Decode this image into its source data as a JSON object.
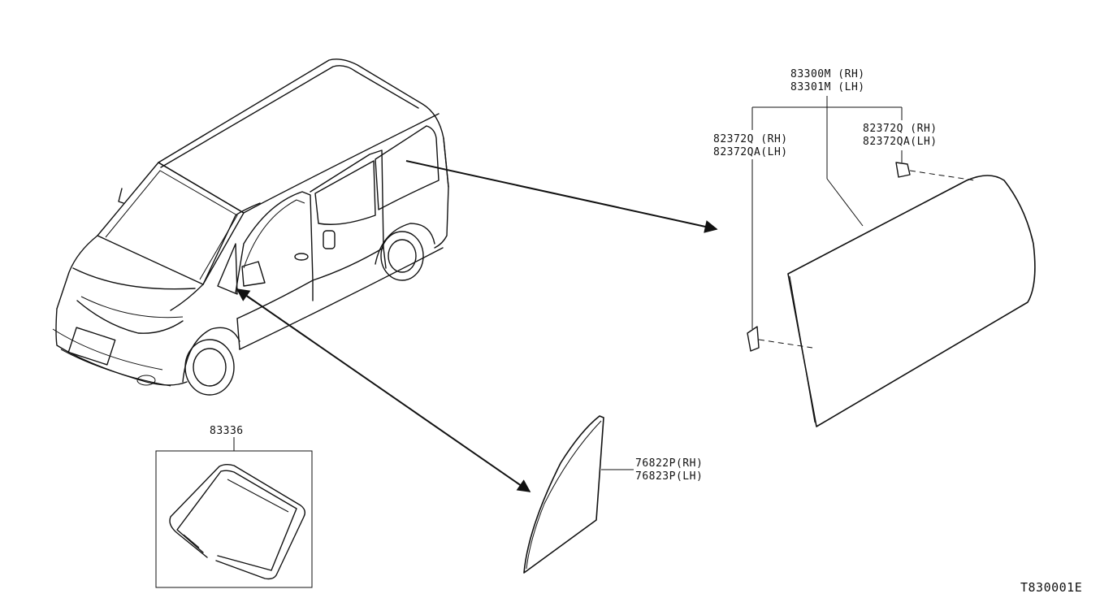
{
  "parts": {
    "rear_side_glass": {
      "line1": "83300M (RH)",
      "line2": "83301M (LH)"
    },
    "clip_left": {
      "line1": "82372Q  (RH)",
      "line2": "82372QA(LH)"
    },
    "clip_right": {
      "line1": "82372Q  (RH)",
      "line2": "82372QA(LH)"
    },
    "front_quarter_glass": {
      "line1": "76822P(RH)",
      "line2": "76823P(LH)"
    },
    "moulding_kit": {
      "label": "83336"
    }
  },
  "figure_code": "T830001E"
}
